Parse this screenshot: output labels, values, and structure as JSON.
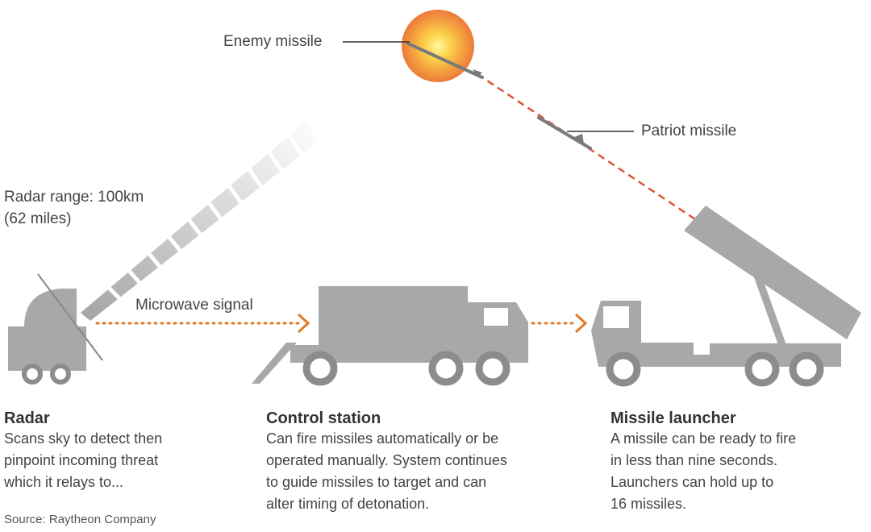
{
  "labels": {
    "enemy_missile": "Enemy missile",
    "patriot_missile": "Patriot missile",
    "radar_range": [
      "Radar range: 100km",
      "(62 miles)"
    ],
    "microwave_signal": "Microwave signal"
  },
  "sections": [
    {
      "title": "Radar",
      "lines": [
        "Scans sky to detect then",
        "pinpoint incoming threat",
        "which it relays to..."
      ]
    },
    {
      "title": "Control station",
      "lines": [
        "Can fire missiles automatically or be",
        "operated manually. System continues",
        "to guide missiles to target and can",
        "alter timing of detonation."
      ]
    },
    {
      "title": "Missile launcher",
      "lines": [
        "A missile can be ready to fire",
        "in less than nine seconds.",
        "Launchers can hold up to",
        "16 missiles."
      ]
    }
  ],
  "source": "Source: Raytheon Company",
  "colors": {
    "vehicle": "#a8a8a8",
    "wheel": "#8c8c8c",
    "signal": "#e07b24",
    "trajectory": "#e0523a"
  }
}
